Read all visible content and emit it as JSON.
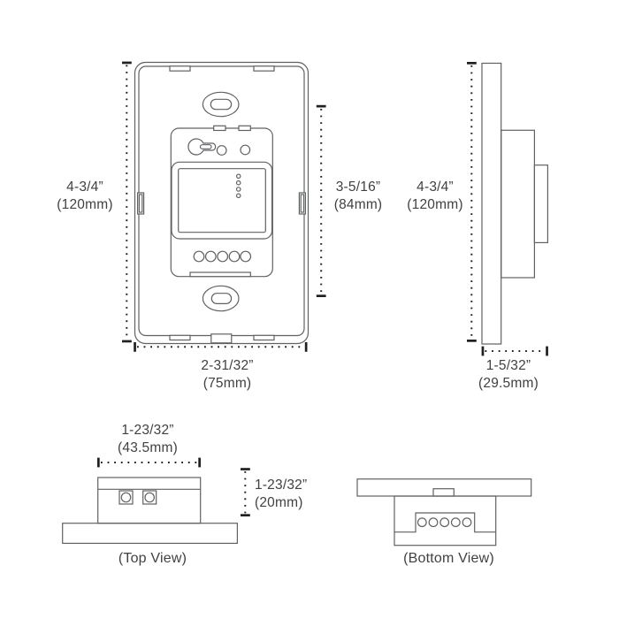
{
  "colors": {
    "shape_line": "#5f6163",
    "dimension_line": "#1f2021",
    "tick": "#1f2021",
    "text": "#414042",
    "background": "#ffffff"
  },
  "front_view": {
    "height_label": {
      "inches": "4-3/4”",
      "mm": "(120mm)"
    },
    "rocker_height_label": {
      "inches": "3-5/16”",
      "mm": "(84mm)"
    },
    "width_label": {
      "inches": "2-31/32”",
      "mm": "(75mm)"
    }
  },
  "side_view": {
    "height_label": {
      "inches": "4-3/4”",
      "mm": "(120mm)"
    },
    "depth_label": {
      "inches": "1-5/32”",
      "mm": "(29.5mm)"
    }
  },
  "top_view": {
    "caption": "(Top View)",
    "width_label": {
      "inches": "1-23/32”",
      "mm": "(43.5mm)"
    },
    "depth_label": {
      "inches": "1-23/32”",
      "mm": "(20mm)"
    }
  },
  "bottom_view": {
    "caption": "(Bottom View)"
  }
}
